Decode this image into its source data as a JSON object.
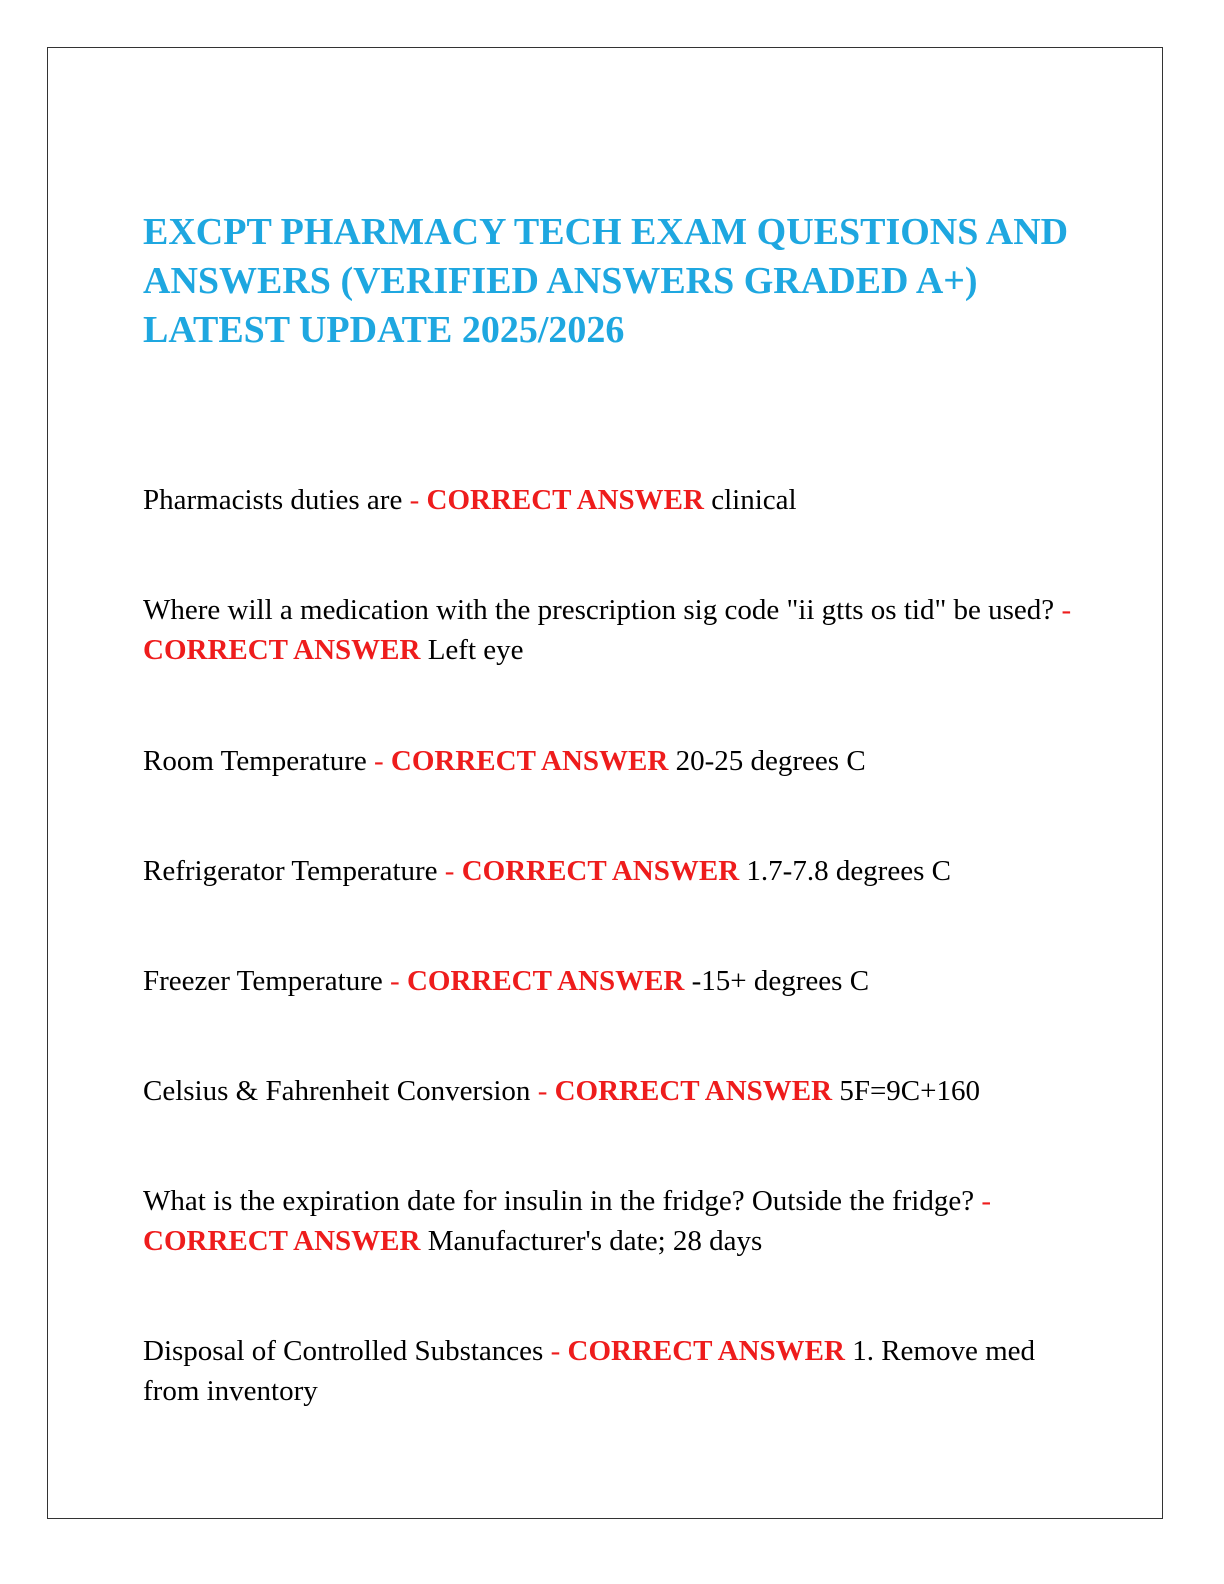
{
  "title": "EXCPT PHARMACY TECH EXAM QUESTIONS AND ANSWERS (VERIFIED ANSWERS GRADED A+) LATEST UPDATE 2025/2026",
  "separator": "- ",
  "answer_marker": "CORRECT ANSWER",
  "colors": {
    "title": "#1ea7e0",
    "answer_marker": "#ee1c1c",
    "text": "#000000"
  },
  "items": [
    {
      "question": "Pharmacists duties are ",
      "answer": " clinical"
    },
    {
      "question": "Where will a medication with the prescription sig code \"ii gtts os tid\" be used? ",
      "answer": " Left eye"
    },
    {
      "question": "Room Temperature ",
      "answer": " 20-25 degrees C"
    },
    {
      "question": "Refrigerator Temperature ",
      "answer": " 1.7-7.8 degrees C"
    },
    {
      "question": "Freezer Temperature ",
      "answer": " -15+ degrees C"
    },
    {
      "question": "Celsius & Fahrenheit Conversion ",
      "answer": " 5F=9C+160"
    },
    {
      "question": "What is the expiration date for insulin in the fridge? Outside the fridge? ",
      "answer": " Manufacturer's date; 28 days"
    },
    {
      "question": "Disposal of Controlled Substances ",
      "answer": " 1. Remove med from inventory"
    }
  ]
}
